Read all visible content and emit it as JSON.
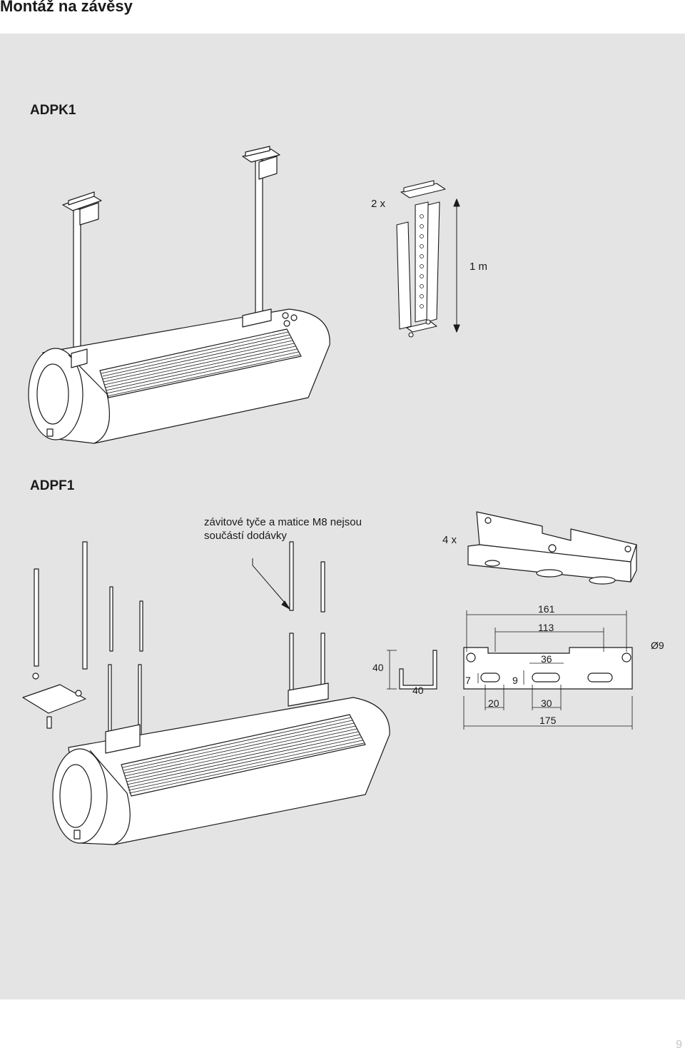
{
  "page": {
    "title": "Montáž na závěsy",
    "page_number": "9"
  },
  "adpk1": {
    "heading": "ADPK1",
    "qty_label": "2 x",
    "length_label": "1 m"
  },
  "adpf1": {
    "heading": "ADPF1",
    "note_line1": "závitové tyče a matice M8 nejsou",
    "note_line2": "součástí dodávky",
    "qty_label": "4 x",
    "profile_dims": {
      "height": "40",
      "width": "40"
    },
    "bracket_dims": {
      "d161": "161",
      "d113": "113",
      "d36": "36",
      "diameter": "Ø9",
      "d7": "7",
      "d9": "9",
      "d20": "20",
      "d30": "30",
      "d175": "175"
    }
  },
  "colors": {
    "panel_background": "#e4e4e4",
    "drawing_fill": "#ffffff",
    "line": "#1a1a1a"
  }
}
